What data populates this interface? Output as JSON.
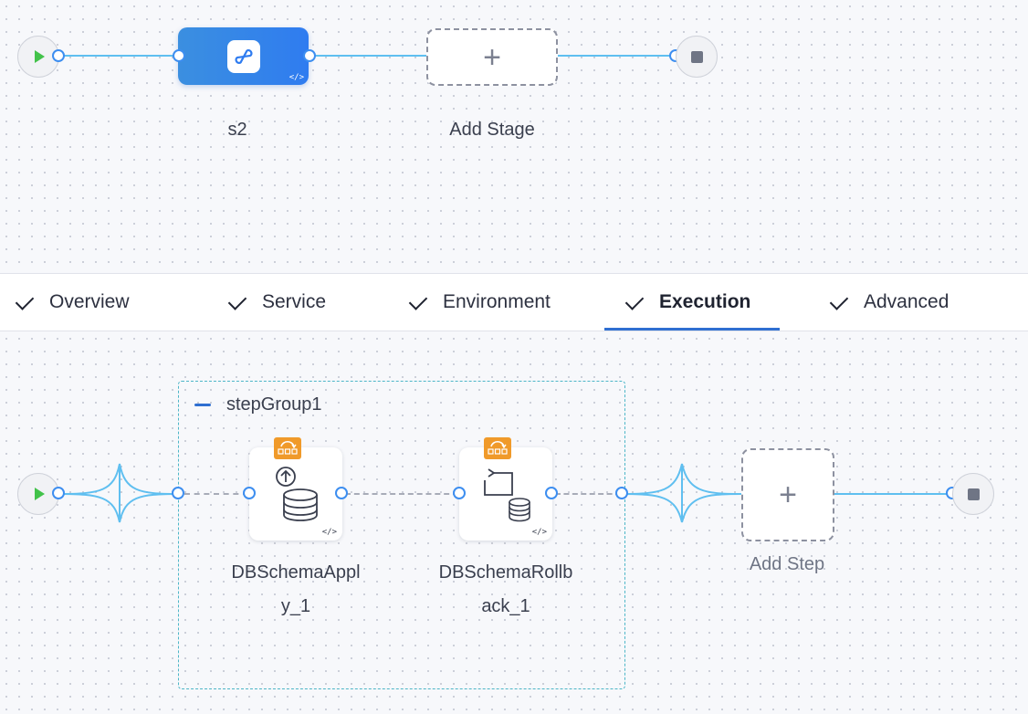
{
  "pipeline": {
    "stage_name": "s2",
    "add_stage_label": "Add Stage",
    "add_symbol": "+"
  },
  "tabs": [
    {
      "label": "Overview",
      "icon": "check-icon"
    },
    {
      "label": "Service",
      "icon": "check-icon"
    },
    {
      "label": "Environment",
      "icon": "check-icon"
    },
    {
      "label": "Execution",
      "icon": "check-icon",
      "active": true
    },
    {
      "label": "Advanced",
      "icon": "check-icon"
    }
  ],
  "execution": {
    "step_group_name": "stepGroup1",
    "steps": [
      {
        "name": "DBSchemaAppl\ny_1",
        "icon": "db-schema-apply-icon"
      },
      {
        "name": "DBSchemaRollb\nack_1",
        "icon": "db-schema-rollback-icon"
      }
    ],
    "add_step_label": "Add Step",
    "add_symbol": "+"
  },
  "colors": {
    "accent": "#2f6fd1",
    "connector": "#5fbff0",
    "stage_gradient": "#3b8fe0",
    "badge": "#f09a2a",
    "start": "#42c24a"
  }
}
